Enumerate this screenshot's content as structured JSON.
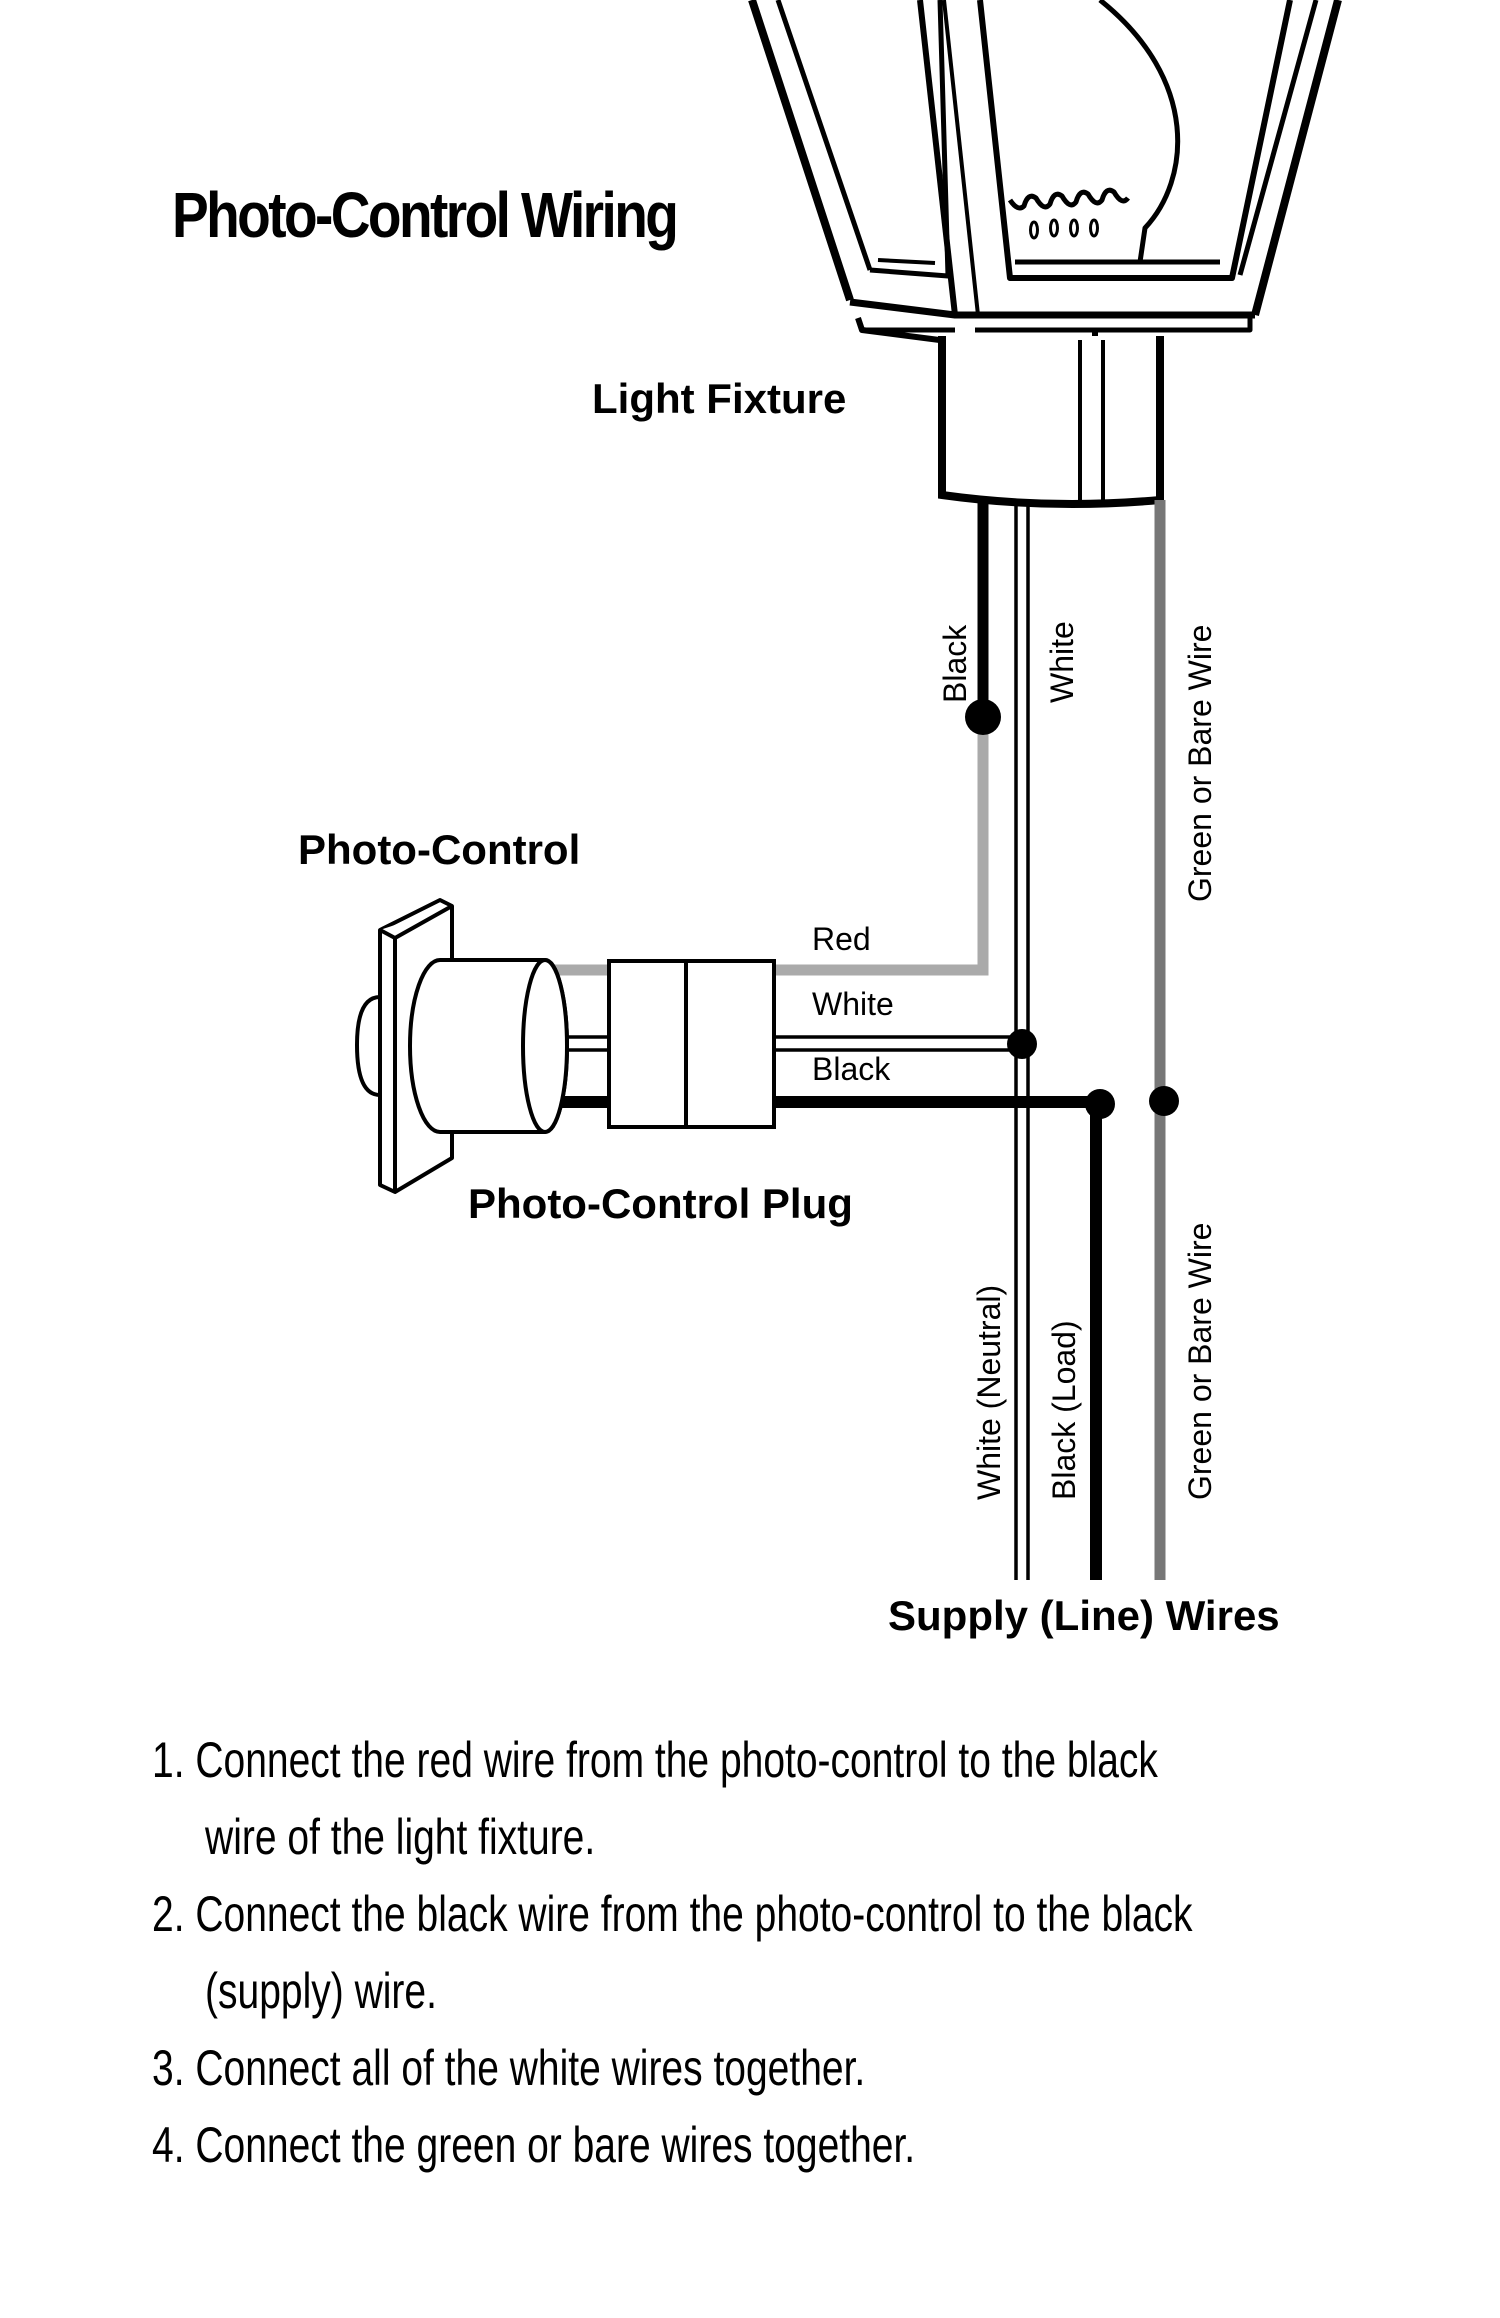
{
  "title": "Photo-Control Wiring",
  "labels": {
    "light_fixture": "Light Fixture",
    "photo_control": "Photo-Control",
    "photo_control_plug": "Photo-Control Plug",
    "supply_wires": "Supply (Line) Wires"
  },
  "fixture_wires": {
    "black": "Black",
    "white": "White",
    "ground": "Green or Bare Wire"
  },
  "photo_control_wires": {
    "red": "Red",
    "white": "White",
    "black": "Black"
  },
  "supply_wire_labels": {
    "white": "White (Neutral)",
    "black": "Black (Load)",
    "ground": "Green or Bare Wire"
  },
  "wire_colors": {
    "black": "#000000",
    "red_shown_as": "#aaaaaa",
    "ground_shown_as": "#777777",
    "white_outline": "#000000"
  },
  "steps": [
    {
      "num": "1.",
      "line1": "Connect the red wire from the photo-control to the black",
      "line2": "wire of the light fixture."
    },
    {
      "num": "2.",
      "line1": "Connect the black wire from the photo-control to the black",
      "line2": "(supply) wire."
    },
    {
      "num": "3.",
      "line1": "Connect all of the white wires together.",
      "line2": ""
    },
    {
      "num": "4.",
      "line1": "Connect the green or bare wires together.",
      "line2": ""
    }
  ]
}
